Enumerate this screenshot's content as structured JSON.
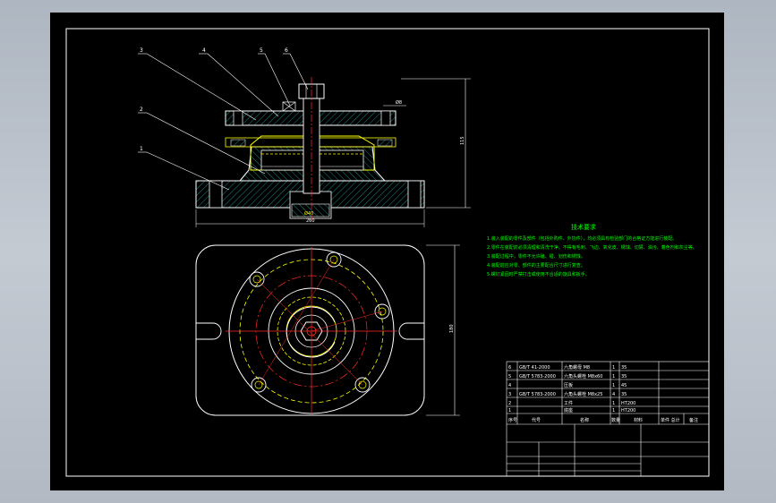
{
  "colors": {
    "background": "#000000",
    "frame": "#ffffff",
    "hatch": "#00cccc",
    "center": "#ff2a2a",
    "hidden": "#ffff00",
    "tech_text": "#00ff00",
    "title_block": "#ffffff"
  },
  "front_view": {
    "callouts": [
      "3",
      "4",
      "5",
      "6",
      "2",
      "1"
    ],
    "dim_height": "115",
    "dim_width": "260",
    "dim_bore": "Ø40",
    "dim_top": "Ø8"
  },
  "top_view": {
    "dim_height": "180"
  },
  "tech_requirements": {
    "title": "技术要求",
    "lines": [
      "1.装入装配的零件及部件（包括外购件、外协件），均必须具有检验部门的合格证方能进行装配。",
      "2.零件在装配前必须清理和清洗干净，不得有毛刺、飞边、氧化皮、锈蚀、切屑、油污、着色剂和灰尘等。",
      "3.装配过程中，零件不允许磕、碰、划伤和锈蚀。",
      "4.装配前应对零、部件的主要配合尺寸进行复查。",
      "5.螺钉紧固时严禁打击或使用不合适的旋具和扳手。"
    ]
  },
  "parts_list": {
    "rows": [
      [
        "6",
        "GB/T 41-2000",
        "六角螺母 M8",
        "1",
        "35"
      ],
      [
        "5",
        "GB/T 5783-2000",
        "六角头螺栓 M8x60",
        "1",
        "35"
      ],
      [
        "4",
        "",
        "压板",
        "1",
        "45"
      ],
      [
        "3",
        "GB/T 5783-2000",
        "六角头螺栓 M8x25",
        "4",
        "35"
      ],
      [
        "2",
        "",
        "工件",
        "1",
        "HT200"
      ],
      [
        "1",
        "",
        "底座",
        "1",
        "HT200"
      ]
    ],
    "header": [
      "序号",
      "代号",
      "名称",
      "数量",
      "材料",
      "单件 总计",
      "备注"
    ]
  }
}
